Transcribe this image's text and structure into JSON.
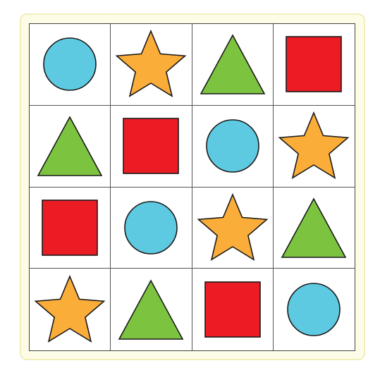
{
  "colors": {
    "circle": "#5ecae2",
    "star": "#fbad3a",
    "triangle": "#7cc440",
    "square": "#ec1c24",
    "outline": "#1a1a1a",
    "frame": "#fdfce6",
    "frame_border": "#f1eebc"
  },
  "grid": {
    "rows": [
      [
        "circle",
        "star",
        "triangle",
        "square"
      ],
      [
        "triangle",
        "square",
        "circle",
        "star"
      ],
      [
        "square",
        "circle",
        "star",
        "triangle"
      ],
      [
        "star",
        "triangle",
        "square",
        "circle"
      ]
    ]
  }
}
